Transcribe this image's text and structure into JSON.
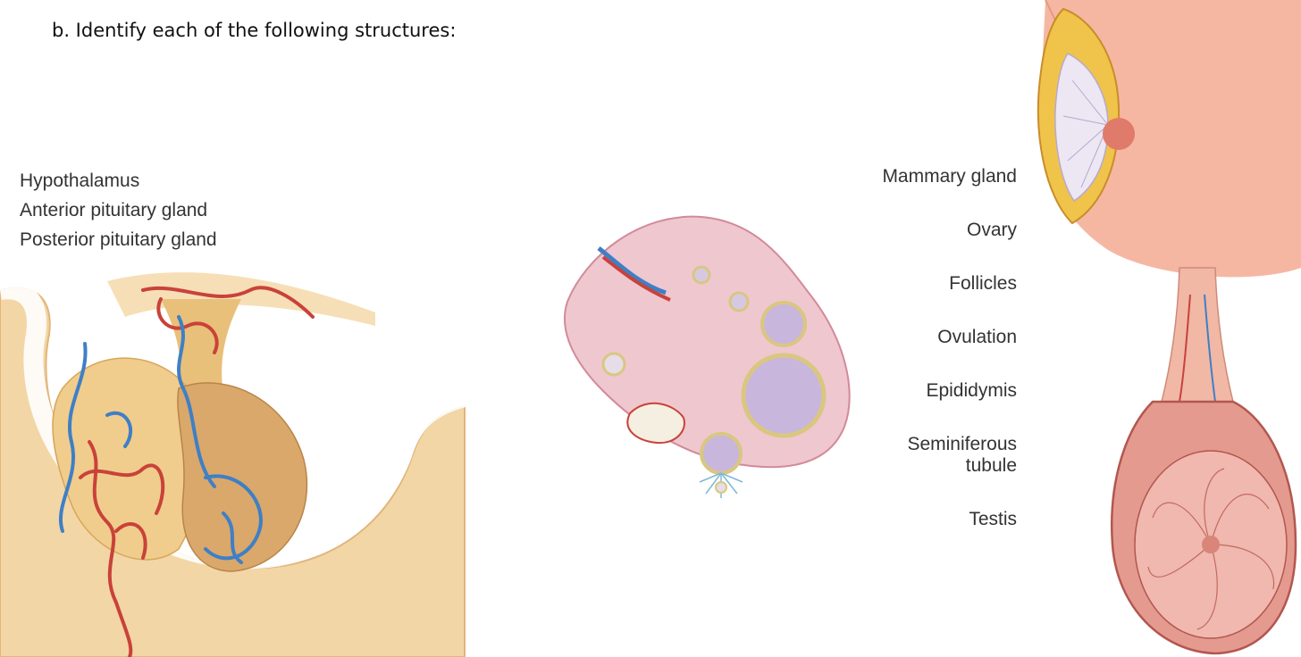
{
  "question": {
    "text": "b.  Identify each of the following structures:"
  },
  "left_labels": [
    "Hypothalamus",
    "Anterior pituitary gland",
    "Posterior pituitary gland"
  ],
  "right_labels": [
    "Mammary gland",
    "Ovary",
    "Follicles",
    "Ovulation",
    "Epididymis",
    "Seminiferous",
    "tubule",
    "Testis"
  ],
  "illustrations": {
    "pituitary": "pituitary-illustration",
    "ovary": "ovary-illustration",
    "breast": "mammary-gland-illustration",
    "testis": "testis-illustration"
  },
  "colors": {
    "artery": "#c9423a",
    "vein": "#3f7fc6",
    "bone": "#f3d6a6",
    "gland": "#e9c07a",
    "ovary_tissue": "#efc7cf",
    "follicle": "#c9b6dc",
    "skin": "#f6b7a2",
    "testis_tissue": "#e59a8f"
  }
}
